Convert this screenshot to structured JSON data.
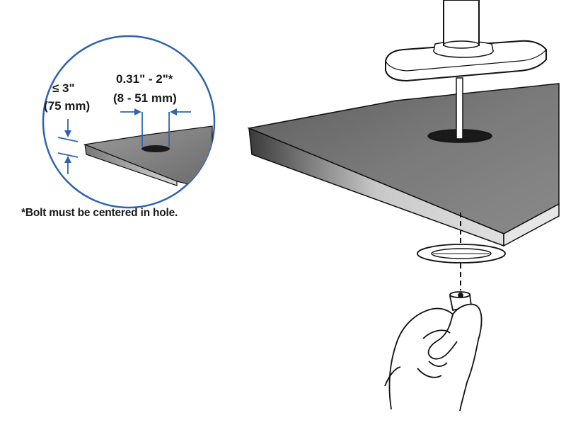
{
  "inset": {
    "thickness_max_label": "≤ 3\"",
    "thickness_metric_label": "(75 mm)",
    "hole_range_label": "0.31\" - 2\"*",
    "hole_range_metric_label": "(8 - 51 mm)"
  },
  "footnote": "*Bolt must be centered in hole.",
  "colors": {
    "accent_blue": "#2f63ae",
    "desk_top": "#6f6f6f",
    "outline": "#111111"
  }
}
